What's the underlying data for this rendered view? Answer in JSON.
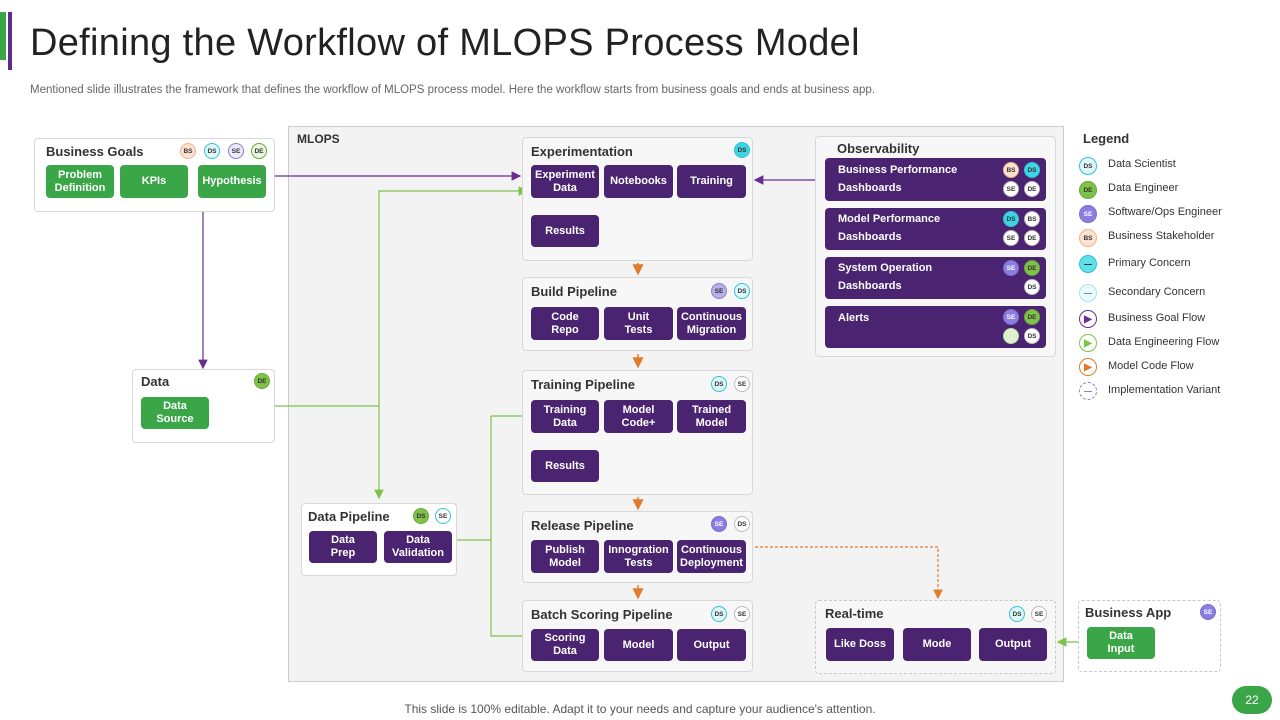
{
  "header": {
    "title": "Defining the Workflow of MLOPS Process Model",
    "subtitle": "Mentioned slide illustrates the framework that defines the workflow of MLOPS  process model. Here the workflow starts from business goals and ends at business app."
  },
  "footer": {
    "text": "This slide is 100% editable. Adapt it to your needs and capture your audience's attention.",
    "page_number": "22"
  },
  "mlops_label": "MLOPS",
  "business_goals": {
    "title": "Business Goals",
    "badges": [
      "BS",
      "DS",
      "SE",
      "DE"
    ],
    "items": [
      "Problem\nDefinition",
      "KPIs",
      "Hypothesis"
    ]
  },
  "data": {
    "title": "Data",
    "badge": "DE",
    "items": [
      "Data\nSource"
    ]
  },
  "data_pipeline": {
    "title": "Data Pipeline",
    "badges": [
      "DS",
      "SE"
    ],
    "items": [
      "Data\nPrep",
      "Data\nValidation"
    ]
  },
  "experimentation": {
    "title": "Experimentation",
    "badge": "DS",
    "items": [
      "Experiment\nData",
      "Notebooks",
      "Training",
      "Results"
    ]
  },
  "build_pipeline": {
    "title": "Build Pipeline",
    "badges": [
      "SE",
      "DS"
    ],
    "items": [
      "Code\nRepo",
      "Unit\nTests",
      "Continuous\nMigration"
    ]
  },
  "training_pipeline": {
    "title": "Training Pipeline",
    "badges": [
      "DS",
      "SE"
    ],
    "items": [
      "Training\nData",
      "Model\nCode+",
      "Trained\nModel",
      "Results"
    ]
  },
  "release_pipeline": {
    "title": "Release Pipeline",
    "badges": [
      "SE",
      "DS"
    ],
    "items": [
      "Publish\nModel",
      "Innogration\nTests",
      "Continuous\nDeployment"
    ]
  },
  "batch_scoring": {
    "title": "Batch Scoring Pipeline",
    "badges": [
      "DS",
      "SE"
    ],
    "items": [
      "Scoring\nData",
      "Model",
      "Output"
    ]
  },
  "observability": {
    "title": "Observability",
    "rows": [
      {
        "line1": "Business Performance",
        "line2": "Dashboards",
        "badges": [
          "BS",
          "DS",
          "SE",
          "DE"
        ]
      },
      {
        "line1": "Model Performance",
        "line2": "Dashboards",
        "badges": [
          "DS",
          "BS",
          "SE",
          "DE"
        ]
      },
      {
        "line1": "System Operation",
        "line2": "Dashboards",
        "badges": [
          "SE",
          "DE",
          "DS"
        ]
      },
      {
        "line1": "Alerts",
        "line2": "",
        "badges": [
          "SE",
          "DE",
          "DS"
        ]
      }
    ]
  },
  "realtime": {
    "title": "Real-time",
    "badges": [
      "DS",
      "SE"
    ],
    "items": [
      "Like Doss",
      "Mode",
      "Output"
    ]
  },
  "business_app": {
    "title": "Business App",
    "badge": "SE",
    "items": [
      "Data\nInput"
    ]
  },
  "legend": {
    "title": "Legend",
    "items": [
      {
        "label": "Data Scientist",
        "icon": "DS"
      },
      {
        "label": "Data Engineer",
        "icon": "DE"
      },
      {
        "label": "Software/Ops Engineer",
        "icon": "SE"
      },
      {
        "label": "Business Stakeholder",
        "icon": "BS"
      },
      {
        "label": "Primary Concern",
        "icon": "primary-concern-icon"
      },
      {
        "label": "Secondary Concern",
        "icon": "secondary-concern-icon"
      },
      {
        "label": "Business Goal Flow",
        "icon": "purple-arrow-icon"
      },
      {
        "label": "Data Engineering Flow",
        "icon": "green-arrow-icon"
      },
      {
        "label": "Model Code Flow",
        "icon": "orange-arrow-icon"
      },
      {
        "label": "Implementation Variant",
        "icon": "dashed-circle-icon"
      }
    ]
  },
  "colors": {
    "purple": "#4a2470",
    "green": "#3aa648",
    "orange": "#e07b2a",
    "business_goal_flow": "#6a2c91",
    "data_flow": "#7ec24a"
  }
}
